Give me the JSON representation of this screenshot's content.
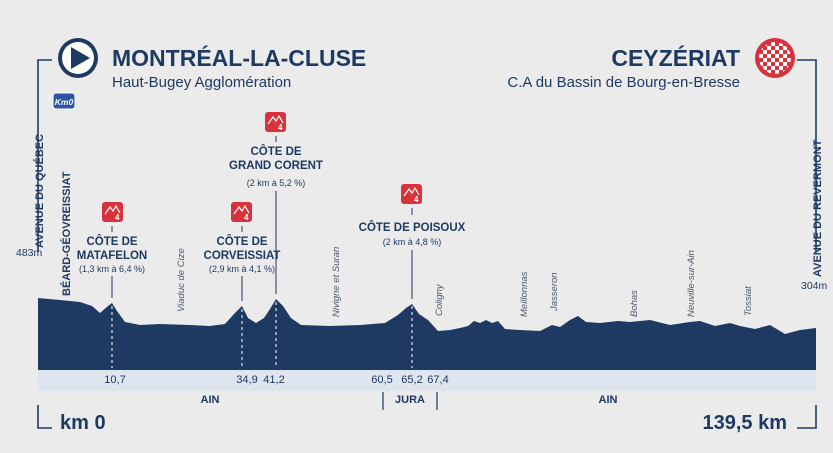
{
  "start": {
    "city": "MONTRÉAL-LA-CLUSE",
    "area": "Haut-Bugey Agglomération",
    "road": "AVENUE DU QUÉBEC",
    "altitude": "483m",
    "km": "km 0",
    "icon": "play-arrow-icon"
  },
  "finish": {
    "city": "CEYZÉRIAT",
    "area": "C.A du Bassin de Bourg-en-Bresse",
    "road": "AVENUE DU REVERMONT",
    "altitude": "304m",
    "km": "139,5 km",
    "icon": "checkered-flag-icon"
  },
  "km0": {
    "badge": "Km0",
    "place": "BÉARD-GÉOVREISSIAT"
  },
  "climbs": [
    {
      "category": "4",
      "name_line1": "CÔTE DE",
      "name_line2": "MATAFELON",
      "stats": "(1,3 km à 6,4 %)",
      "km": "10,7"
    },
    {
      "category": "4",
      "name_line1": "CÔTE DE",
      "name_line2": "CORVEISSIAT",
      "stats": "(2,9 km à 4,1 %)",
      "km": "34,9"
    },
    {
      "category": "4",
      "name_line1": "CÔTE DE",
      "name_line2": "GRAND CORENT",
      "stats": "(2 km à 5,2 %)",
      "km": "41,2"
    },
    {
      "category": "4",
      "name_line1": "CÔTE DE POISOUX",
      "name_line2": "",
      "stats": "(2 km à 4,8 %)",
      "km": "65,2"
    }
  ],
  "places": [
    "Viaduc de Cize",
    "Nivigne et Suran",
    "Coligny",
    "Meillonnas",
    "Jasseron",
    "Bohas",
    "Neuville-sur-Ain",
    "Tossiat"
  ],
  "km_marks": [
    "60,5",
    "67,4"
  ],
  "regions": [
    "AIN",
    "JURA",
    "AIN"
  ],
  "colors": {
    "navy": "#1f3a62",
    "profile": "#1f3a62",
    "band": "#dfe5ee",
    "climb_red": "#d8333d",
    "background": "#ebebeb"
  }
}
